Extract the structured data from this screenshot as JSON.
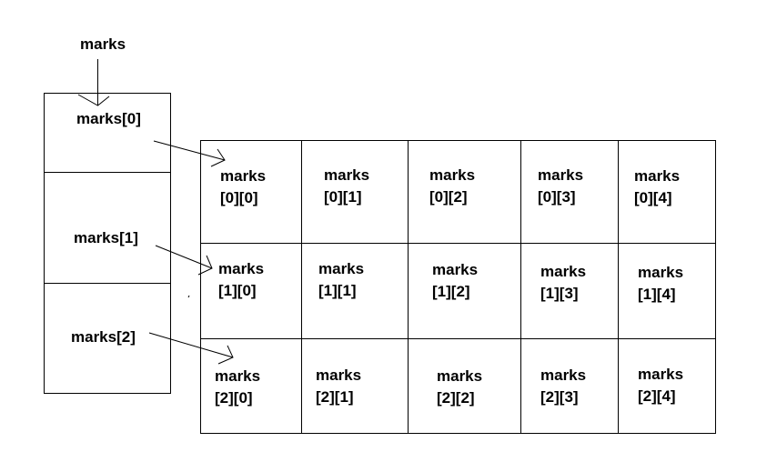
{
  "pointer_label": "marks",
  "row_pointers": [
    "marks[0]",
    "marks[1]",
    "marks[2]"
  ],
  "grid": [
    [
      {
        "line1": "marks",
        "line2": "[0][0]"
      },
      {
        "line1": "marks",
        "line2": "[0][1]"
      },
      {
        "line1": "marks",
        "line2": "[0][2]"
      },
      {
        "line1": "marks",
        "line2": "[0][3]"
      },
      {
        "line1": "marks",
        "line2": "[0][4]"
      }
    ],
    [
      {
        "line1": "marks",
        "line2": "[1][0]"
      },
      {
        "line1": "marks",
        "line2": "[1][1]"
      },
      {
        "line1": "marks",
        "line2": "[1][2]"
      },
      {
        "line1": "marks",
        "line2": "[1][3]"
      },
      {
        "line1": "marks",
        "line2": "[1][4]"
      }
    ],
    [
      {
        "line1": "marks",
        "line2": "[2][0]"
      },
      {
        "line1": "marks",
        "line2": "[2][1]"
      },
      {
        "line1": "marks",
        "line2": "[2][2]"
      },
      {
        "line1": "marks",
        "line2": "[2][3]"
      },
      {
        "line1": "marks",
        "line2": "[2][4]"
      }
    ]
  ]
}
